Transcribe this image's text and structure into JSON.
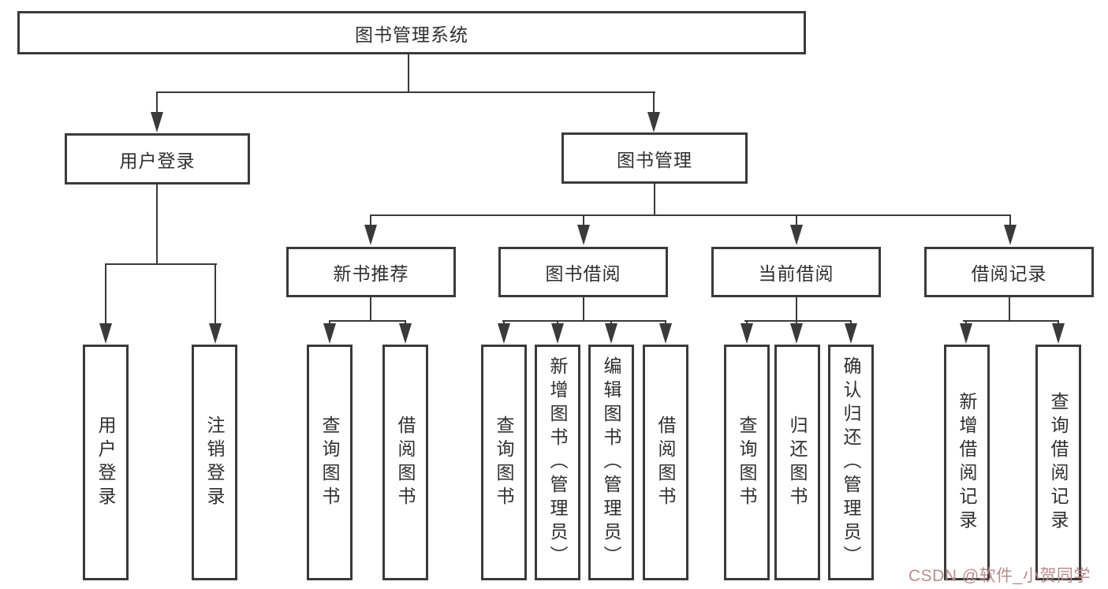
{
  "diagram_title": "图书管理系统",
  "tree": {
    "root": {
      "label": "图书管理系统"
    },
    "branches": [
      {
        "label": "用户登录",
        "children": [
          {
            "label": "用户登录"
          },
          {
            "label": "注销登录"
          }
        ]
      },
      {
        "label": "图书管理",
        "children": [
          {
            "label": "新书推荐",
            "children": [
              {
                "label": "查询图书"
              },
              {
                "label": "借阅图书"
              }
            ]
          },
          {
            "label": "图书借阅",
            "children": [
              {
                "label": "查询图书"
              },
              {
                "label": "新增图书（管理员）"
              },
              {
                "label": "编辑图书（管理员）"
              },
              {
                "label": "借阅图书"
              }
            ]
          },
          {
            "label": "当前借阅",
            "children": [
              {
                "label": "查询图书"
              },
              {
                "label": "归还图书"
              },
              {
                "label": "确认归还（管理员）"
              }
            ]
          },
          {
            "label": "借阅记录",
            "children": [
              {
                "label": "新增借阅记录"
              },
              {
                "label": "查询借阅记录"
              }
            ]
          }
        ]
      }
    ]
  },
  "watermark": {
    "text": "CSDN @软件_小贺同学",
    "color": "#bb8c8c"
  },
  "colors": {
    "line": "#3a3a3a",
    "box_border": "#3a3a3a",
    "text": "#2f2f2f",
    "background": "#ffffff"
  }
}
